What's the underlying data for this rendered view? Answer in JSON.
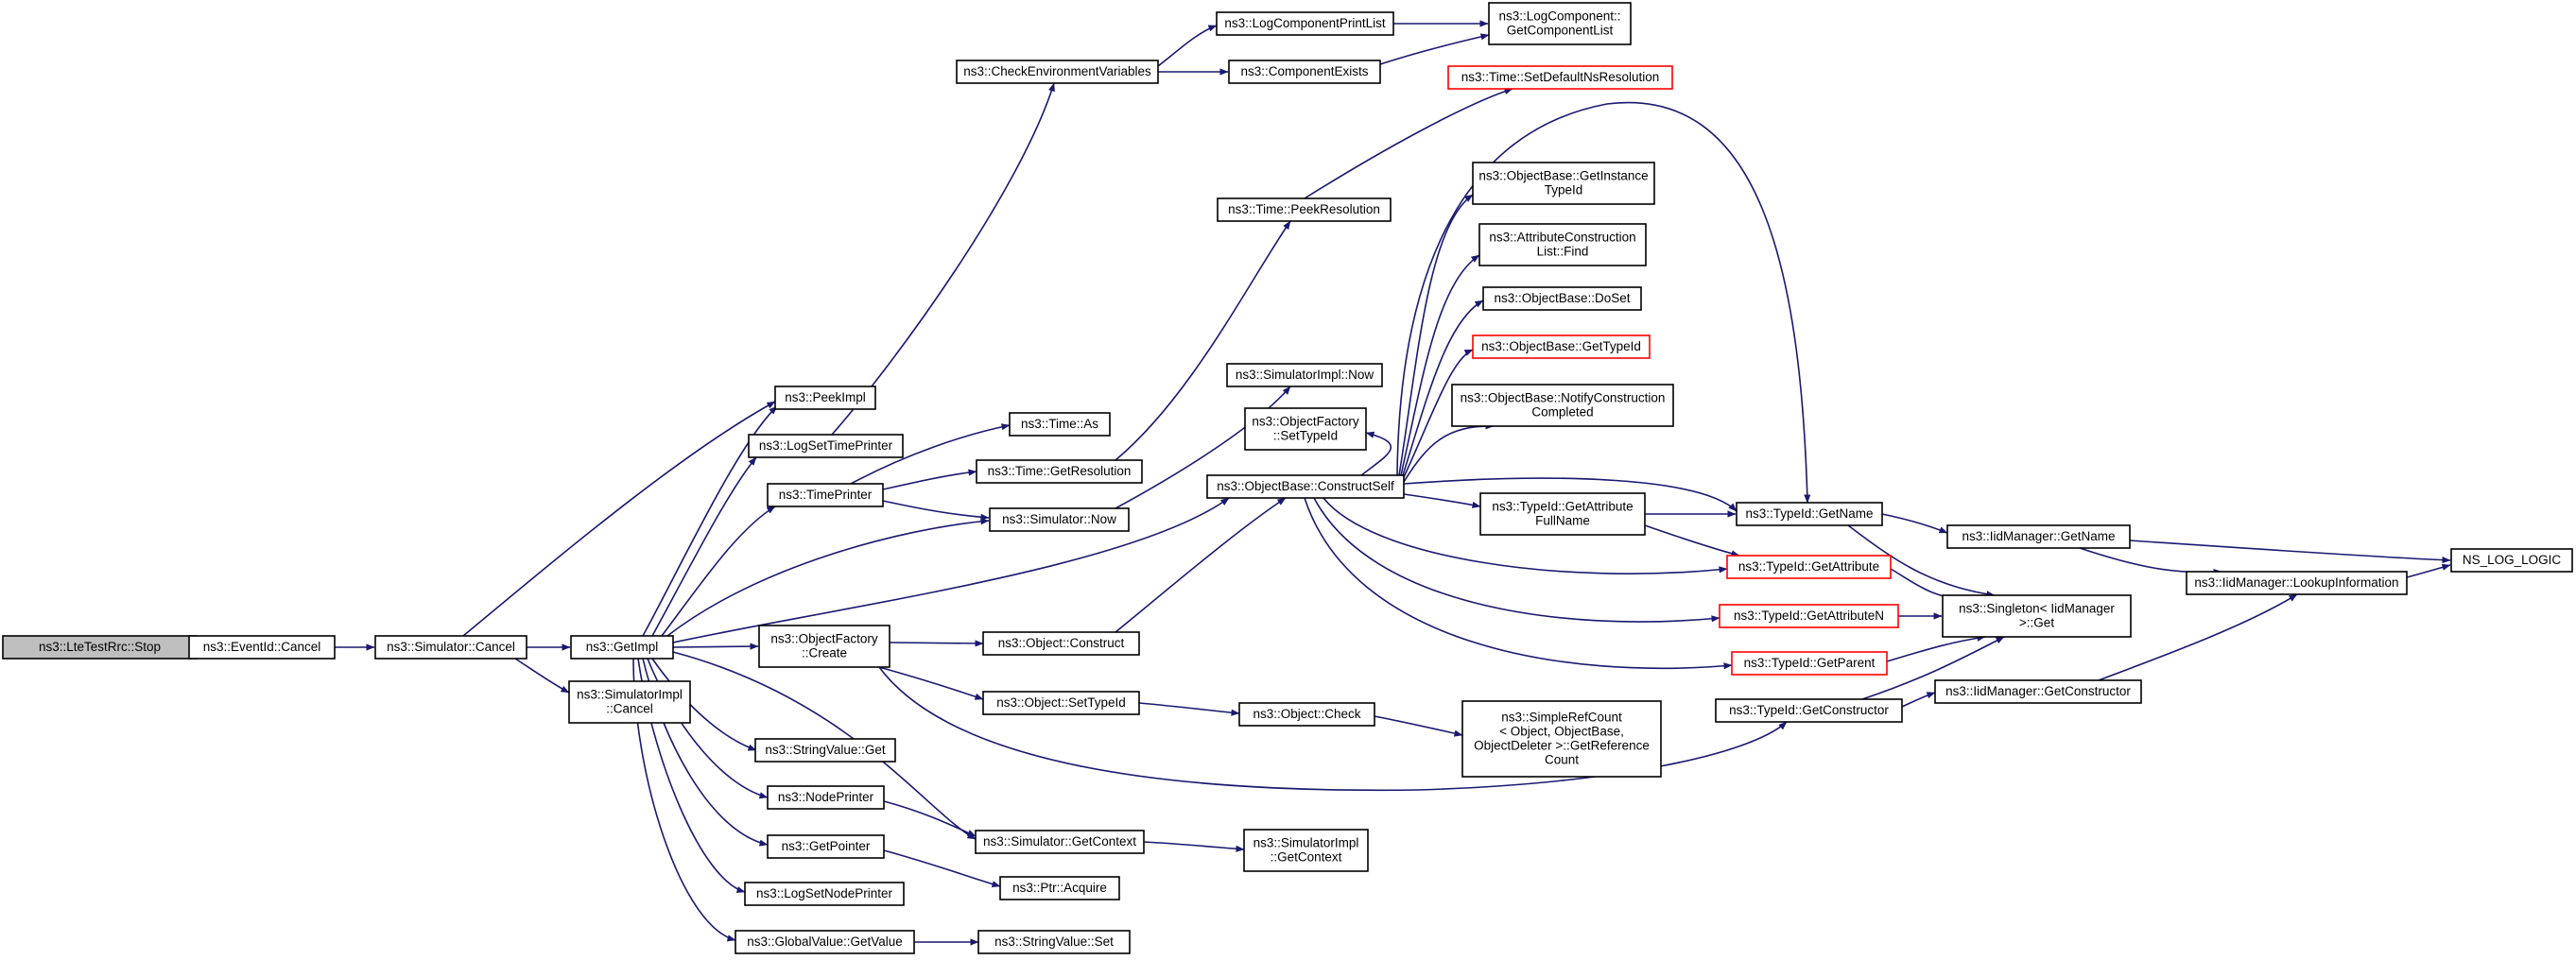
{
  "colors": {
    "edge": "#191970",
    "node_border": "#000000",
    "node_border_missing": "#ff0000",
    "root_fill": "#bfbfbf",
    "node_fill": "#ffffff"
  },
  "nodes": [
    {
      "id": "stop",
      "lines": [
        "ns3::LteTestRrc::Stop"
      ],
      "root": true
    },
    {
      "id": "eventid_cancel",
      "lines": [
        "ns3::EventId::Cancel"
      ]
    },
    {
      "id": "simulator_cancel",
      "lines": [
        "ns3::Simulator::Cancel"
      ]
    },
    {
      "id": "getimpl",
      "lines": [
        "ns3::GetImpl"
      ]
    },
    {
      "id": "simimpl_cancel",
      "lines": [
        "ns3::SimulatorImpl",
        "::Cancel"
      ]
    },
    {
      "id": "peekimpl",
      "lines": [
        "ns3::PeekImpl"
      ]
    },
    {
      "id": "logsettimeprinter",
      "lines": [
        "ns3::LogSetTimePrinter"
      ]
    },
    {
      "id": "timeprinter",
      "lines": [
        "ns3::TimePrinter"
      ]
    },
    {
      "id": "objectfactory_create",
      "lines": [
        "ns3::ObjectFactory",
        "::Create"
      ]
    },
    {
      "id": "stringvalue_get",
      "lines": [
        "ns3::StringValue::Get"
      ]
    },
    {
      "id": "nodeprinter",
      "lines": [
        "ns3::NodePrinter"
      ]
    },
    {
      "id": "getpointer",
      "lines": [
        "ns3::GetPointer"
      ]
    },
    {
      "id": "logsetnodeprinter",
      "lines": [
        "ns3::LogSetNodePrinter"
      ]
    },
    {
      "id": "globalvalue_getvalue",
      "lines": [
        "ns3::GlobalValue::GetValue"
      ]
    },
    {
      "id": "checkenv",
      "lines": [
        "ns3::CheckEnvironmentVariables"
      ]
    },
    {
      "id": "logcomponentprintlist",
      "lines": [
        "ns3::LogComponentPrintList"
      ]
    },
    {
      "id": "componentexists",
      "lines": [
        "ns3::ComponentExists"
      ]
    },
    {
      "id": "getcomponentlist",
      "lines": [
        "ns3::LogComponent::",
        "GetComponentList"
      ]
    },
    {
      "id": "time_as",
      "lines": [
        "ns3::Time::As"
      ]
    },
    {
      "id": "time_getresolution",
      "lines": [
        "ns3::Time::GetResolution"
      ]
    },
    {
      "id": "simulator_now",
      "lines": [
        "ns3::Simulator::Now"
      ]
    },
    {
      "id": "time_peekresolution",
      "lines": [
        "ns3::Time::PeekResolution"
      ]
    },
    {
      "id": "time_setdefault",
      "lines": [
        "ns3::Time::SetDefaultNsResolution"
      ],
      "missing": true
    },
    {
      "id": "simimpl_now",
      "lines": [
        "ns3::SimulatorImpl::Now"
      ]
    },
    {
      "id": "objectfactory_settypeid",
      "lines": [
        "ns3::ObjectFactory",
        "::SetTypeId"
      ]
    },
    {
      "id": "objectbase_constructself",
      "lines": [
        "ns3::ObjectBase::ConstructSelf"
      ]
    },
    {
      "id": "object_construct",
      "lines": [
        "ns3::Object::Construct"
      ]
    },
    {
      "id": "object_settypeid",
      "lines": [
        "ns3::Object::SetTypeId"
      ]
    },
    {
      "id": "object_check",
      "lines": [
        "ns3::Object::Check"
      ]
    },
    {
      "id": "simplerefcount",
      "lines": [
        "ns3::SimpleRefCount",
        "< Object, ObjectBase,",
        "ObjectDeleter >::GetReference",
        "Count"
      ]
    },
    {
      "id": "simulator_getcontext",
      "lines": [
        "ns3::Simulator::GetContext"
      ]
    },
    {
      "id": "simimpl_getcontext",
      "lines": [
        "ns3::SimulatorImpl",
        "::GetContext"
      ]
    },
    {
      "id": "ptr_acquire",
      "lines": [
        "ns3::Ptr::Acquire"
      ]
    },
    {
      "id": "stringvalue_set",
      "lines": [
        "ns3::StringValue::Set"
      ]
    },
    {
      "id": "getinstancetypeid",
      "lines": [
        "ns3::ObjectBase::GetInstance",
        "TypeId"
      ]
    },
    {
      "id": "attrconstructionlist_find",
      "lines": [
        "ns3::AttributeConstruction",
        "List::Find"
      ]
    },
    {
      "id": "objectbase_doset",
      "lines": [
        "ns3::ObjectBase::DoSet"
      ]
    },
    {
      "id": "objectbase_gettypeid",
      "lines": [
        "ns3::ObjectBase::GetTypeId"
      ],
      "missing": true
    },
    {
      "id": "notifyconstruction",
      "lines": [
        "ns3::ObjectBase::NotifyConstruction",
        "Completed"
      ]
    },
    {
      "id": "typeid_getattrfullname",
      "lines": [
        "ns3::TypeId::GetAttribute",
        "FullName"
      ]
    },
    {
      "id": "typeid_getname",
      "lines": [
        "ns3::TypeId::GetName"
      ]
    },
    {
      "id": "typeid_getattribute",
      "lines": [
        "ns3::TypeId::GetAttribute"
      ],
      "missing": true
    },
    {
      "id": "typeid_getattributen",
      "lines": [
        "ns3::TypeId::GetAttributeN"
      ],
      "missing": true
    },
    {
      "id": "typeid_getparent",
      "lines": [
        "ns3::TypeId::GetParent"
      ],
      "missing": true
    },
    {
      "id": "typeid_getconstructor",
      "lines": [
        "ns3::TypeId::GetConstructor"
      ]
    },
    {
      "id": "singleton_get",
      "lines": [
        "ns3::Singleton< IidManager",
        ">::Get"
      ]
    },
    {
      "id": "iidmanager_getname",
      "lines": [
        "ns3::IidManager::GetName"
      ]
    },
    {
      "id": "iidmanager_lookup",
      "lines": [
        "ns3::IidManager::LookupInformation"
      ]
    },
    {
      "id": "iidmanager_getconstructor",
      "lines": [
        "ns3::IidManager::GetConstructor"
      ]
    },
    {
      "id": "ns_log_logic",
      "lines": [
        "NS_LOG_LOGIC"
      ]
    }
  ]
}
